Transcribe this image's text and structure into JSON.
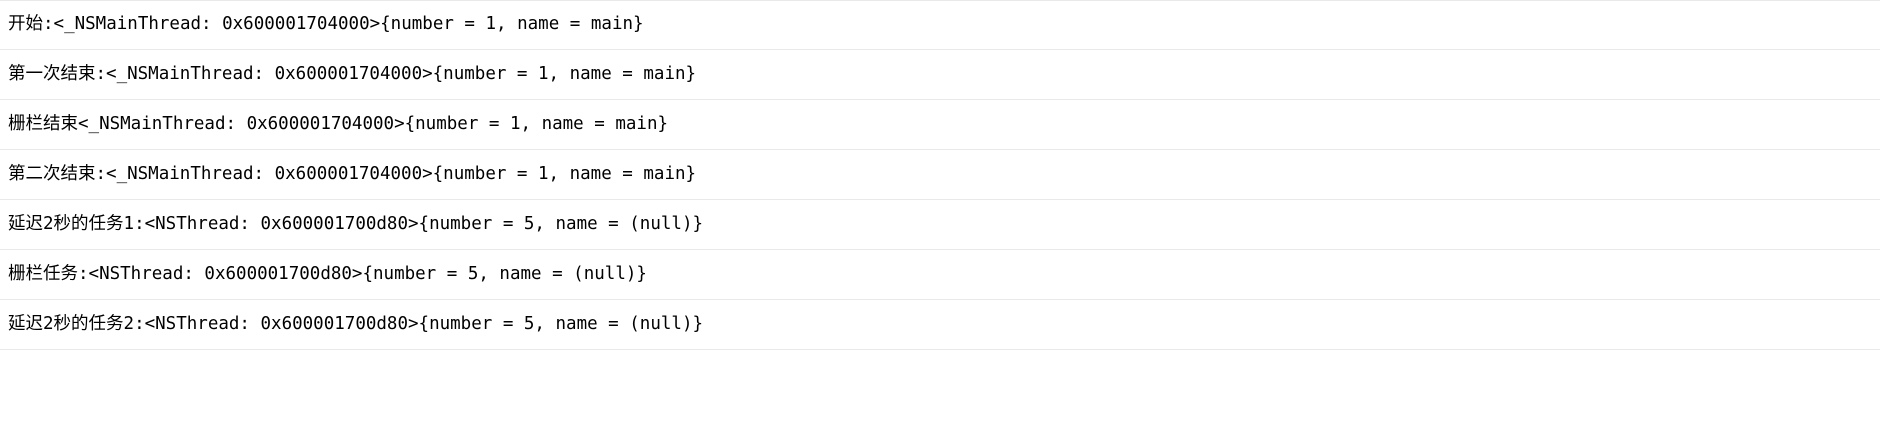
{
  "console": {
    "name": "xcode-console-output",
    "background_color": "#ffffff",
    "text_color": "#000000",
    "row_separator_color": "#e9e9e9",
    "rows": [
      {
        "text": "开始:<_NSMainThread: 0x600001704000>{number = 1, name = main}"
      },
      {
        "text": "第一次结束:<_NSMainThread: 0x600001704000>{number = 1, name = main}"
      },
      {
        "text": "栅栏结束<_NSMainThread: 0x600001704000>{number = 1, name = main}"
      },
      {
        "text": "第二次结束:<_NSMainThread: 0x600001704000>{number = 1, name = main}"
      },
      {
        "text": "延迟2秒的任务1:<NSThread: 0x600001700d80>{number = 5, name = (null)}"
      },
      {
        "text": "栅栏任务:<NSThread: 0x600001700d80>{number = 5, name = (null)}"
      },
      {
        "text": "延迟2秒的任务2:<NSThread: 0x600001700d80>{number = 5, name = (null)}"
      }
    ]
  }
}
